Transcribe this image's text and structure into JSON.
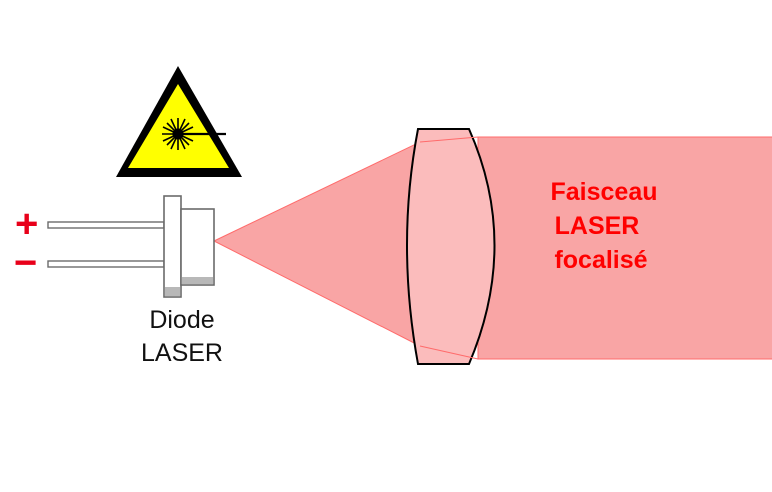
{
  "diode": {
    "label_line1": "Diode",
    "label_line2": "LASER",
    "plus_sign": "+",
    "minus_sign": "−"
  },
  "beam": {
    "label_line1": "Faisceau",
    "label_line2": "LASER",
    "label_line3": "focalisé"
  },
  "icons": {
    "warning": "laser-warning-icon"
  },
  "colors": {
    "beam_fill": "#f9a5a5",
    "beam_edge": "#ff6b6b",
    "lens_fill": "#fbbcbc",
    "beam_text": "#ff0000",
    "sign_color": "#e8001a",
    "warning_yellow": "#ffff00"
  }
}
